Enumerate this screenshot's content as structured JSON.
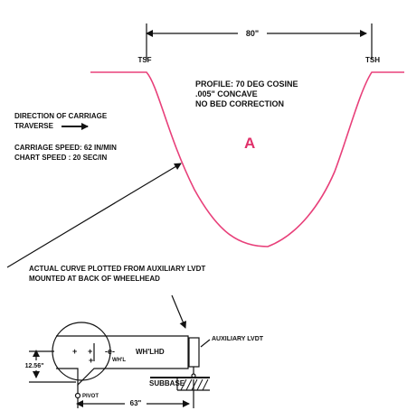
{
  "colors": {
    "profile_curve": "#e8407a",
    "region_letter": "#e0306a",
    "ink": "#111111",
    "background": "#ffffff"
  },
  "profile": {
    "span_label": "80\"",
    "left_end_label": "TSF",
    "right_end_label": "TSH",
    "description": [
      "PROFILE: 70 DEG COSINE",
      ".005\" CONCAVE",
      "NO BED CORRECTION"
    ],
    "region_label": "A"
  },
  "carriage": {
    "direction_label": [
      "DIRECTION OF CARRIAGE",
      "TRAVERSE"
    ],
    "speeds": [
      "CARRIAGE SPEED: 62 IN/MIN",
      "CHART SPEED : 20 SEC/IN"
    ]
  },
  "callout": {
    "lines": [
      "ACTUAL CURVE PLOTTED FROM AUXILIARY LVDT",
      "MOUNTED AT BACK OF WHEELHEAD"
    ]
  },
  "machine": {
    "wheelhead_label": "WH'LHD",
    "wheel_label": "WH'L",
    "auxiliary_label": "AUXILIARY LVDT",
    "subbase_label": "SUBBASE",
    "pivot_label": "PIVOT",
    "height_dim_label": "12.56\"",
    "length_dim_label": "63\""
  }
}
